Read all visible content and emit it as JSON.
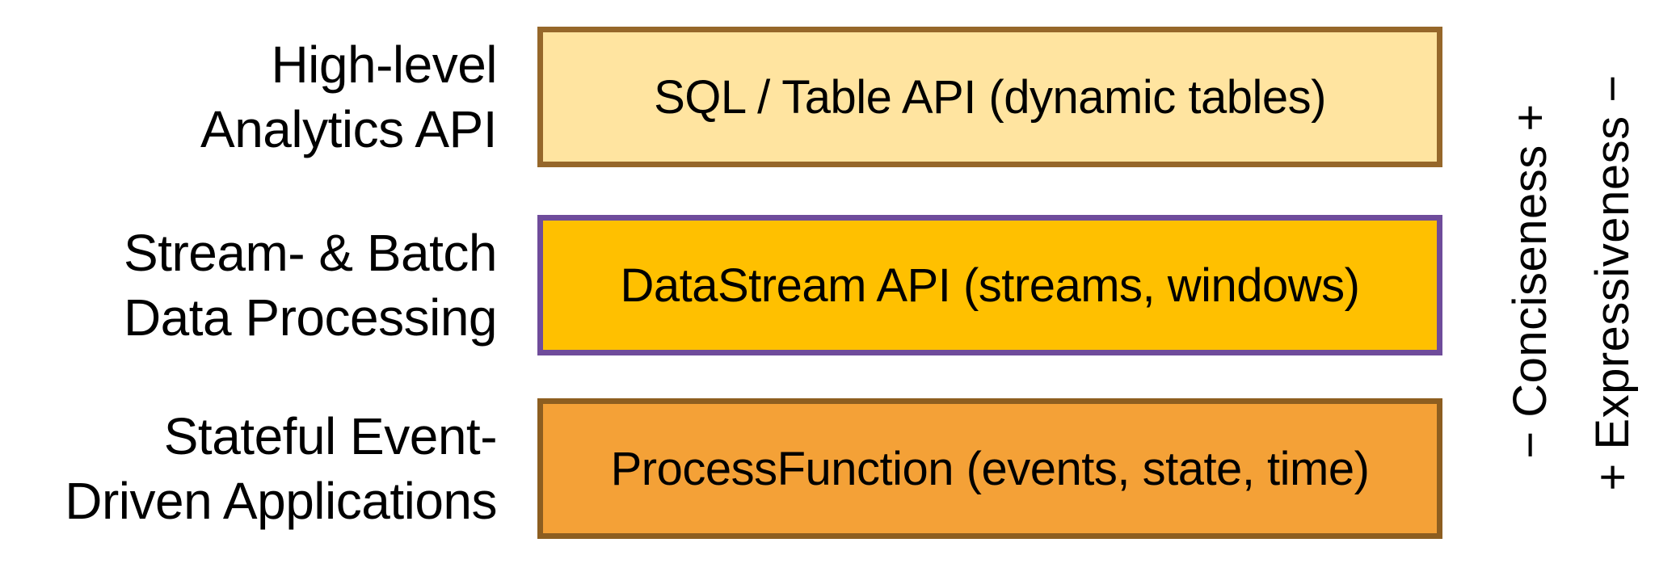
{
  "colors": {
    "background": "#ffffff",
    "text": "#000000"
  },
  "rows": [
    {
      "side_label": {
        "line1": "High-level",
        "line2": "Analytics API"
      },
      "box": {
        "label": "SQL / Table API (dynamic tables)",
        "fill": "#FFE4A0",
        "border": "#96672A"
      }
    },
    {
      "side_label": {
        "line1": "Stream- & Batch",
        "line2": "Data Processing"
      },
      "box": {
        "label": "DataStream API (streams, windows)",
        "fill": "#FFC000",
        "border": "#6F4C9B"
      }
    },
    {
      "side_label": {
        "line1": "Stateful Event-",
        "line2": "Driven Applications"
      },
      "box": {
        "label": "ProcessFunction (events, state, time)",
        "fill": "#F4A137",
        "border": "#8D5E20"
      }
    }
  ],
  "axes": [
    {
      "label": "− Conciseness +"
    },
    {
      "label": "+ Expressiveness −"
    }
  ]
}
